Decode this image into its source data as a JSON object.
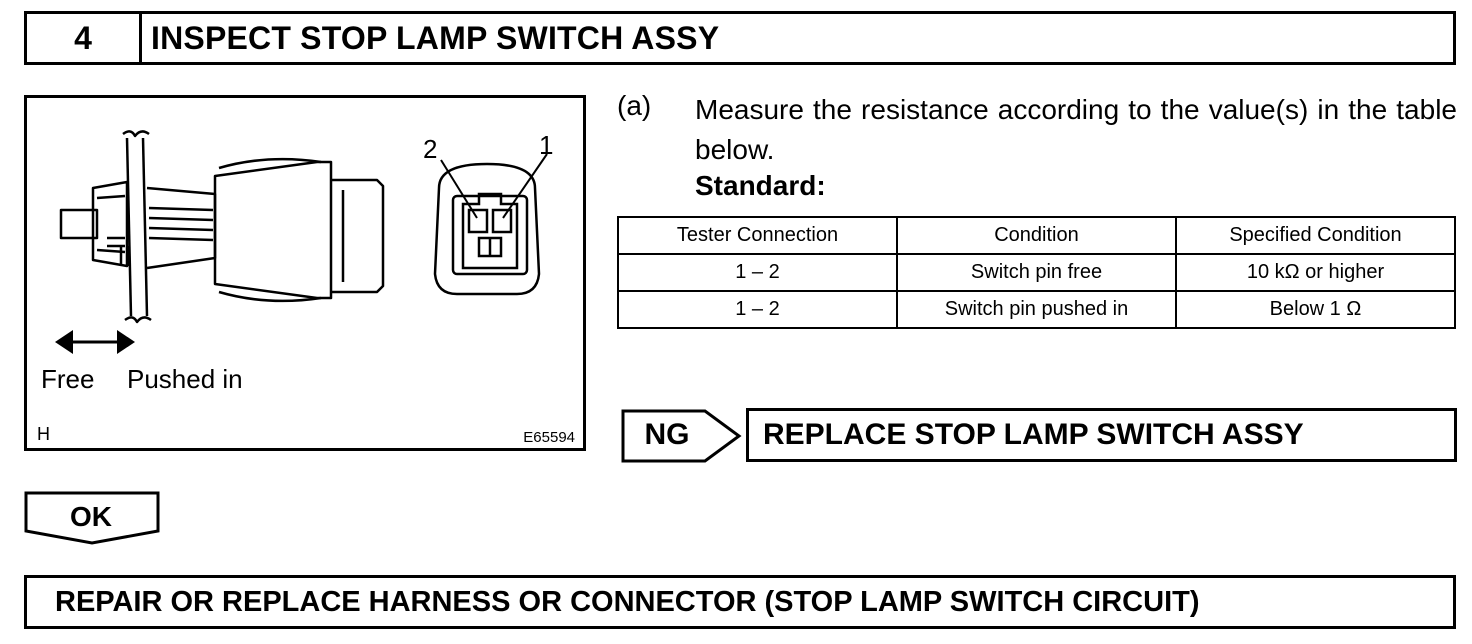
{
  "header": {
    "step_number": "4",
    "title": "INSPECT STOP LAMP SWITCH ASSY"
  },
  "illustration": {
    "label_free": "Free",
    "label_pushed_in": "Pushed in",
    "label_h": "H",
    "figure_code": "E65594",
    "pin_2": "2",
    "pin_1": "1"
  },
  "instruction": {
    "step_letter": "(a)",
    "text": "Measure the resistance according to the value(s) in the table below.",
    "standard_label": "Standard:"
  },
  "spec_table": {
    "headers": [
      "Tester Connection",
      "Condition",
      "Specified Condition"
    ],
    "rows": [
      [
        "1 – 2",
        "Switch pin free",
        "10 kΩ or higher"
      ],
      [
        "1 – 2",
        "Switch pin pushed in",
        "Below 1 Ω"
      ]
    ]
  },
  "ng": {
    "label": "NG",
    "action": "REPLACE STOP LAMP SWITCH ASSY"
  },
  "ok": {
    "label": "OK"
  },
  "final_action": {
    "text": "REPAIR OR REPLACE HARNESS OR CONNECTOR (STOP LAMP SWITCH CIRCUIT)"
  }
}
